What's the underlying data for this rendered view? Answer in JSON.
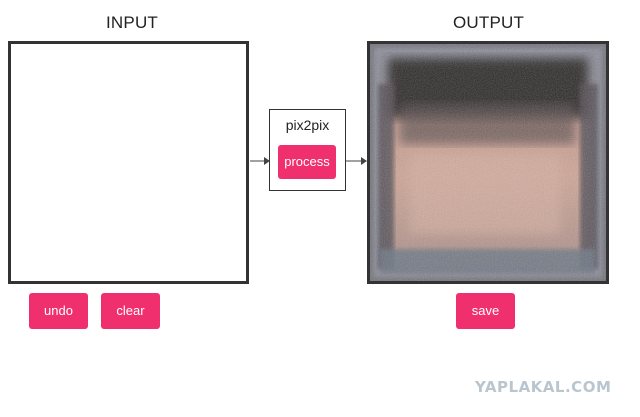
{
  "input_panel": {
    "title": "INPUT",
    "undo_label": "undo",
    "clear_label": "clear"
  },
  "model": {
    "name": "pix2pix",
    "process_label": "process"
  },
  "output_panel": {
    "title": "OUTPUT",
    "save_label": "save"
  },
  "watermark": "YAPLAKAL.COM",
  "colors": {
    "button": "#f0306e",
    "border": "#333333",
    "watermark": "#b9c5cf"
  }
}
